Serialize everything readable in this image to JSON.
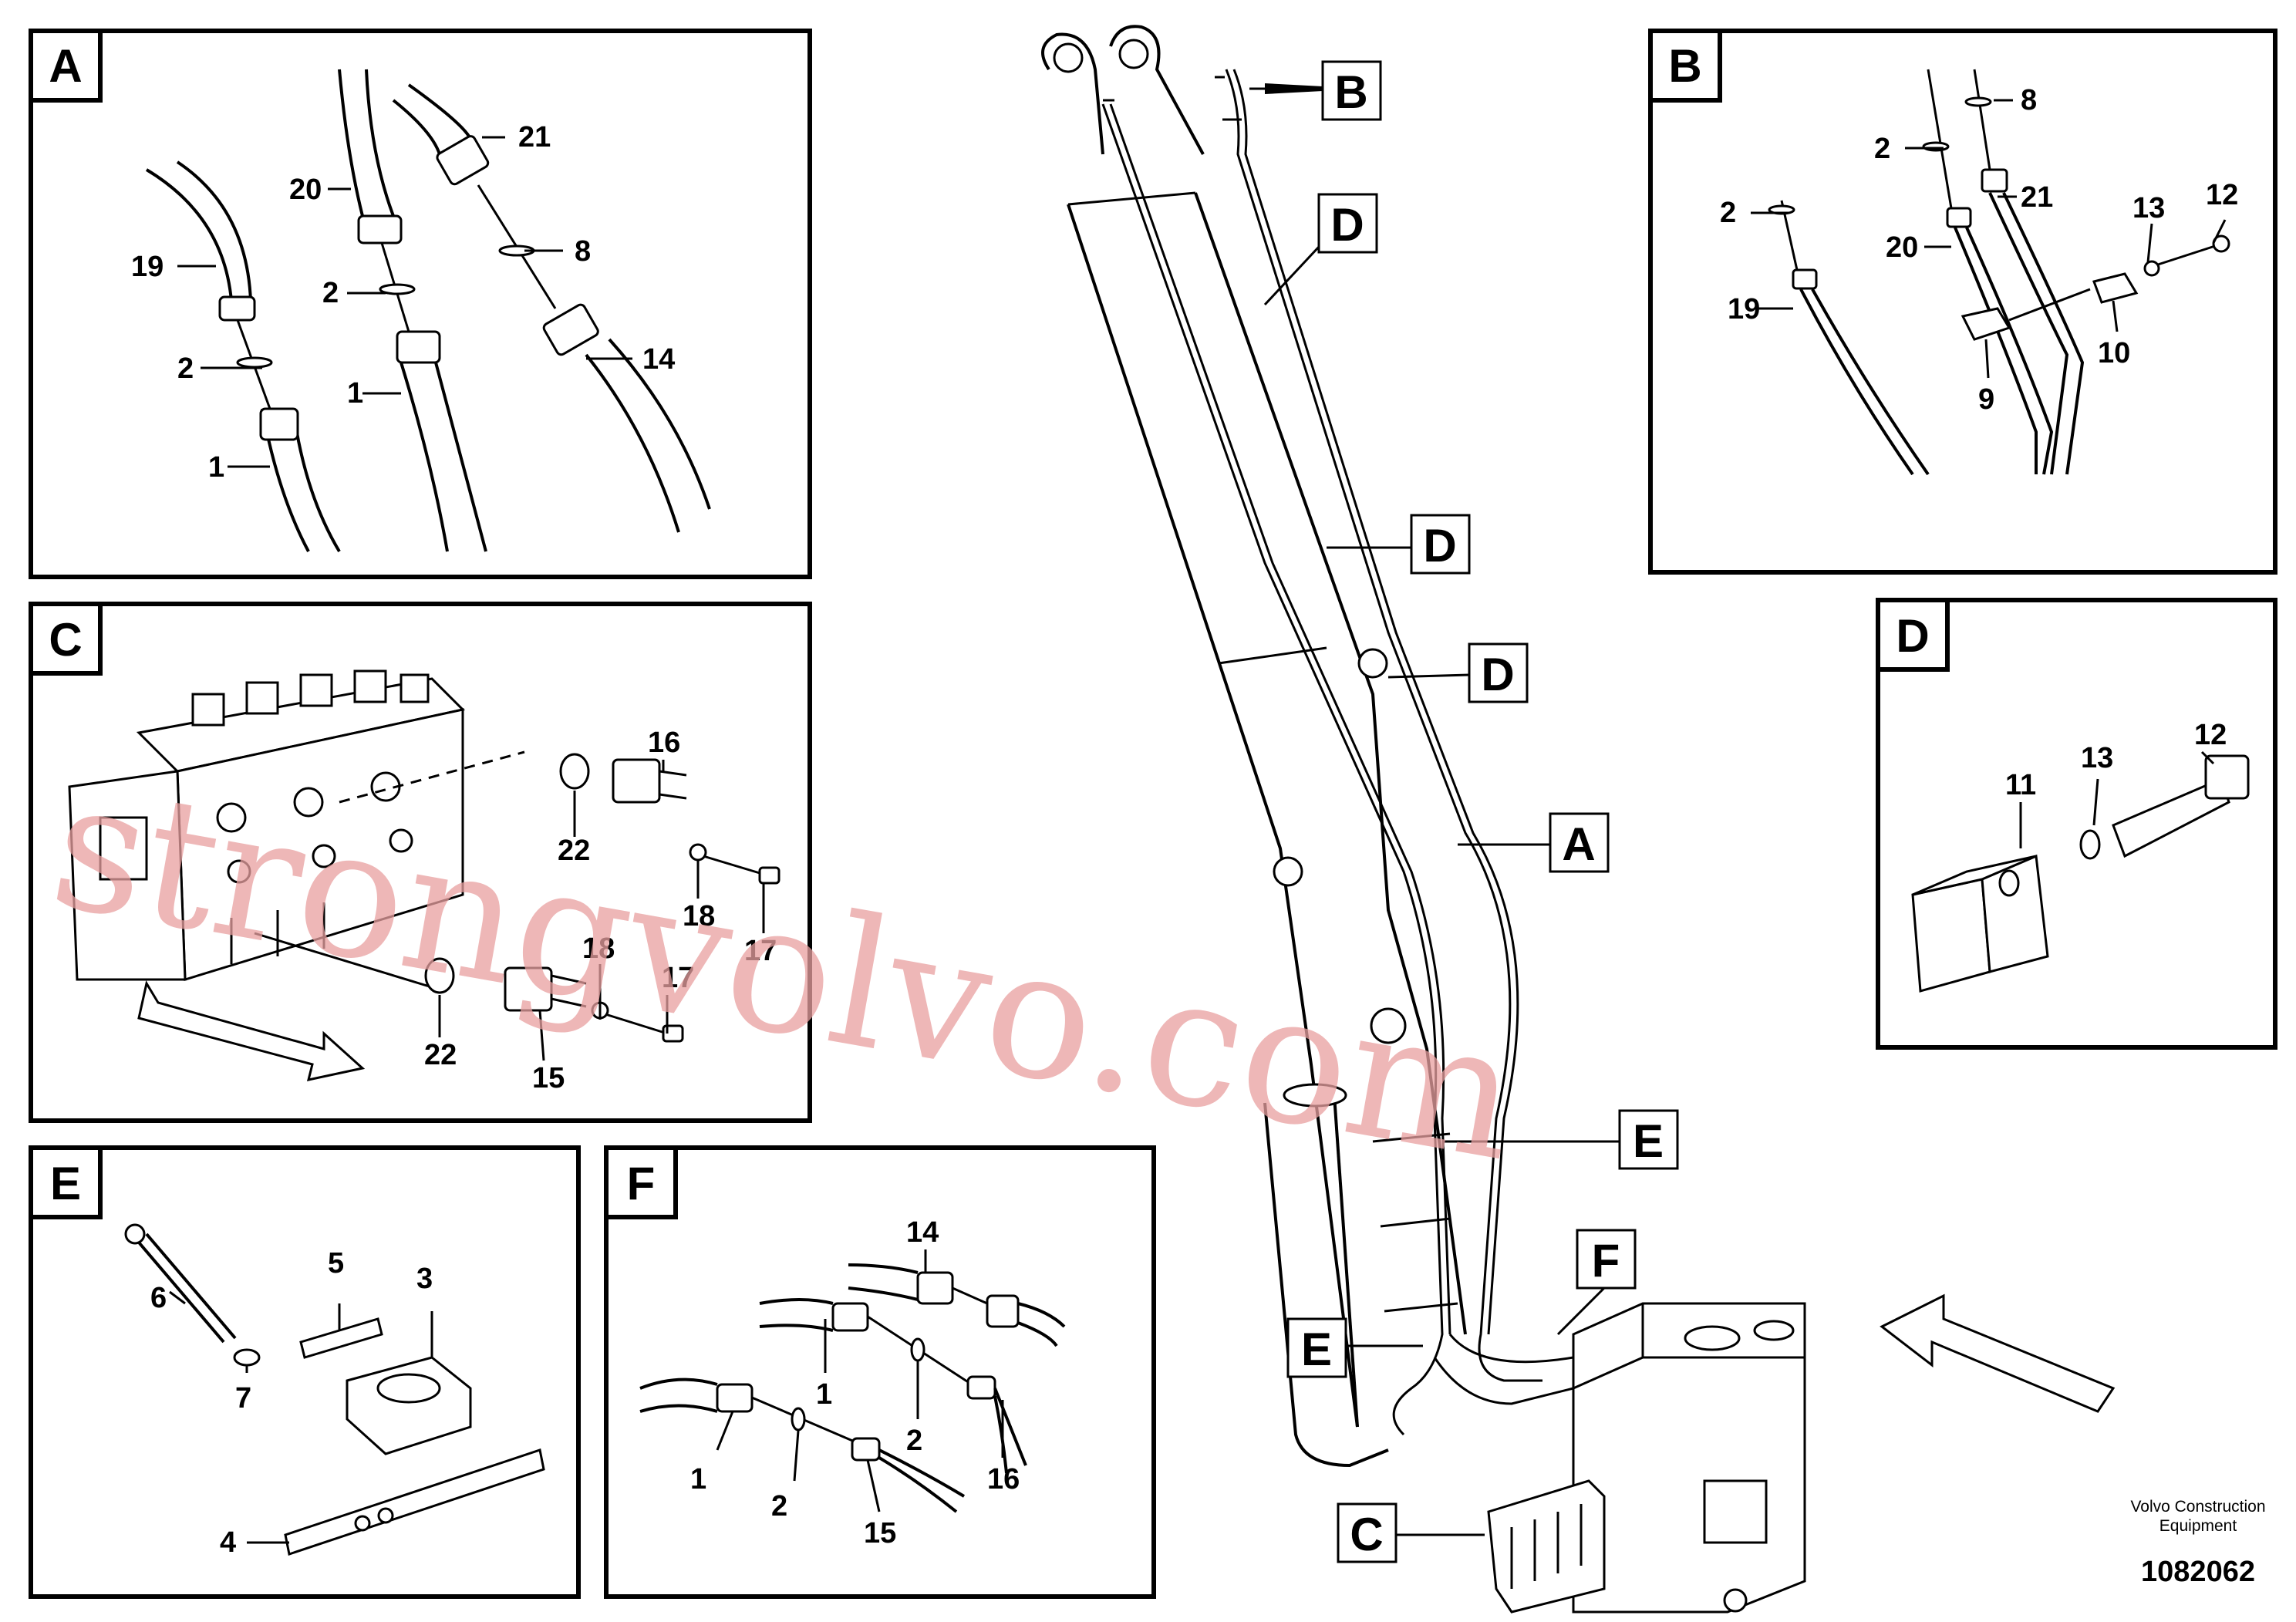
{
  "diagram": {
    "footer": {
      "company_line1": "Volvo Construction",
      "company_line2": "Equipment",
      "drawing_number": "1082062"
    },
    "watermark": "strongvolvo.com",
    "panels": {
      "A": {
        "letter": "A",
        "labels": [
          "21",
          "20",
          "8",
          "19",
          "2",
          "2",
          "14",
          "1",
          "1"
        ]
      },
      "B": {
        "letter": "B",
        "labels": [
          "8",
          "2",
          "21",
          "13",
          "12",
          "2",
          "20",
          "19",
          "10",
          "9"
        ]
      },
      "C": {
        "letter": "C",
        "labels": [
          "16",
          "22",
          "18",
          "17",
          "18",
          "17",
          "22",
          "15"
        ]
      },
      "D": {
        "letter": "D",
        "labels": [
          "12",
          "11",
          "13"
        ]
      },
      "E": {
        "letter": "E",
        "labels": [
          "5",
          "3",
          "6",
          "7",
          "4"
        ]
      },
      "F": {
        "letter": "F",
        "labels": [
          "14",
          "1",
          "2",
          "16",
          "1",
          "2",
          "15"
        ]
      }
    },
    "callouts": [
      "B",
      "D",
      "D",
      "D",
      "A",
      "E",
      "E",
      "F",
      "C"
    ]
  }
}
